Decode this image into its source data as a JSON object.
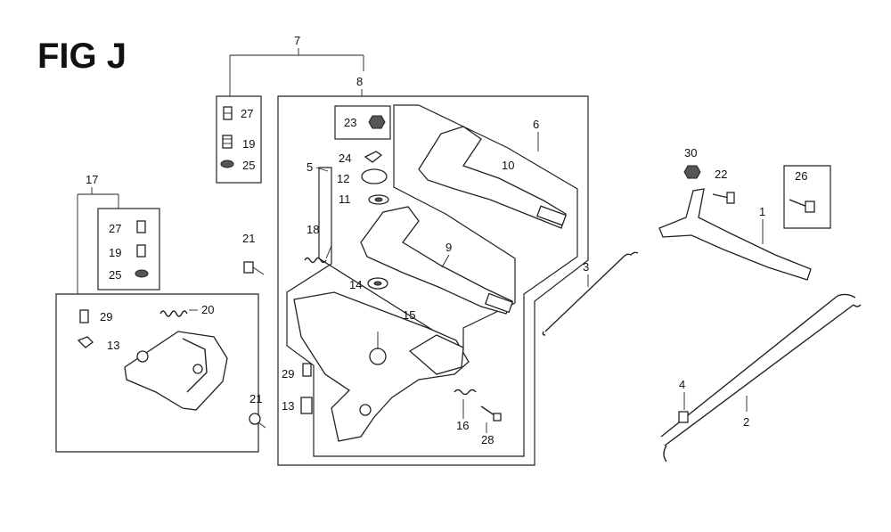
{
  "figure": {
    "title": "FIG J"
  },
  "callouts": {
    "c1": "1",
    "c2": "2",
    "c3": "3",
    "c4": "4",
    "c5": "5",
    "c6": "6",
    "c7": "7",
    "c8": "8",
    "c9": "9",
    "c10": "10",
    "c11": "11",
    "c12": "12",
    "c13a": "13",
    "c13b": "13",
    "c14": "14",
    "c15": "15",
    "c16": "16",
    "c17": "17",
    "c18": "18",
    "c19a": "19",
    "c19b": "19",
    "c20": "20",
    "c21a": "21",
    "c21b": "21",
    "c22": "22",
    "c23": "23",
    "c24": "24",
    "c25a": "25",
    "c25b": "25",
    "c26": "26",
    "c27a": "27",
    "c27b": "27",
    "c28": "28",
    "c29a": "29",
    "c29b": "29",
    "c30": "30"
  }
}
